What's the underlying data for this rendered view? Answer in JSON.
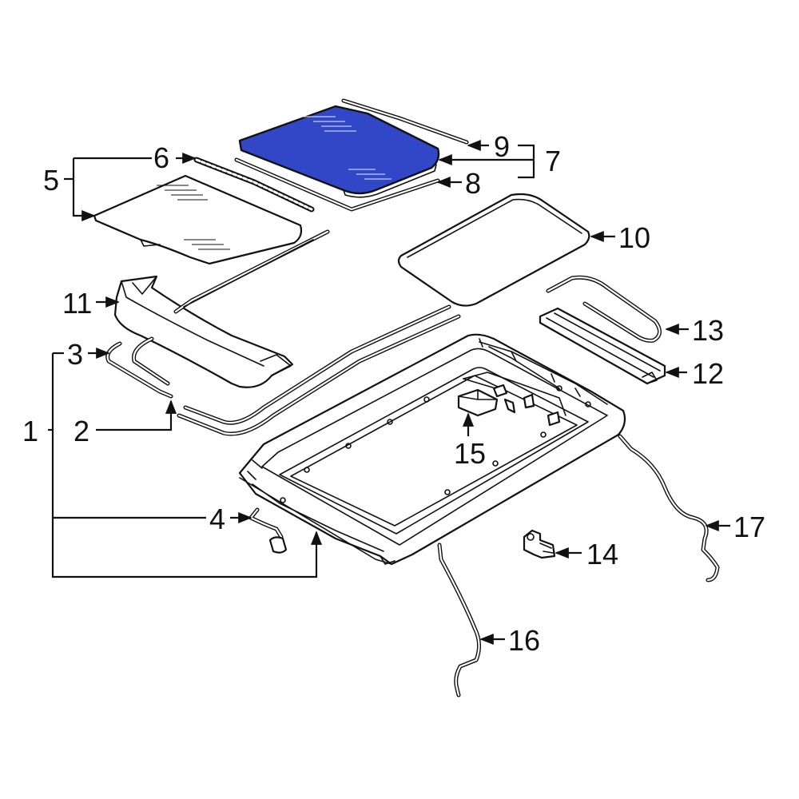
{
  "colors": {
    "highlight": "#3247c8",
    "line": "#111111",
    "background": "#ffffff"
  },
  "callouts": {
    "c1": "1",
    "c2": "2",
    "c3": "3",
    "c4": "4",
    "c5": "5",
    "c6": "6",
    "c7": "7",
    "c8": "8",
    "c9": "9",
    "c10": "10",
    "c11": "11",
    "c12": "12",
    "c13": "13",
    "c14": "14",
    "c15": "15",
    "c16": "16",
    "c17": "17"
  },
  "highlighted_part": "7"
}
